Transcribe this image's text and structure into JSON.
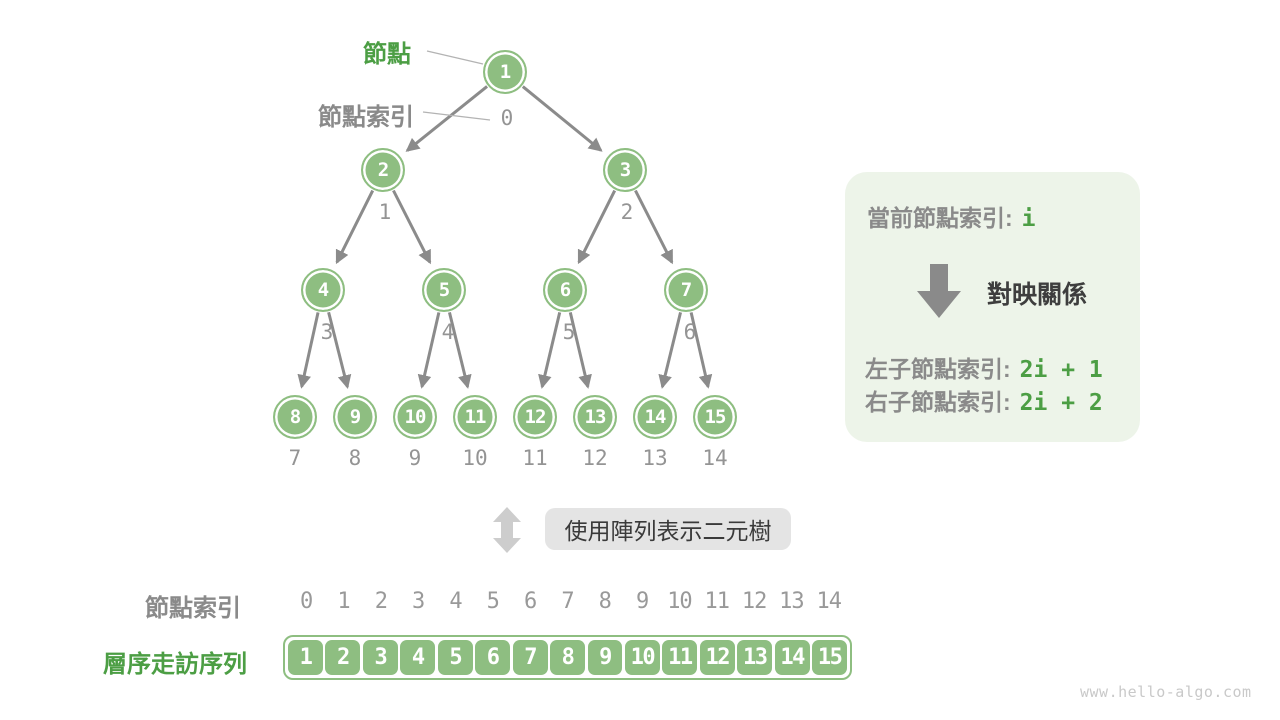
{
  "colors": {
    "node_green": "#8EBE81",
    "green_text": "#4C9E44",
    "gray_text": "#8A8A8A",
    "dark_text": "#3E3E3E",
    "panel_bg": "#EDF4E9",
    "box_bg": "#E4E4E4",
    "edge_gray": "#8B8B8B",
    "light_arrow": "#CDCDCD",
    "watermark_gray": "#C9C9C9"
  },
  "tree": {
    "node_callout": "節點",
    "index_callout": "節點索引",
    "nodes": [
      {
        "value": "1",
        "index": "0"
      },
      {
        "value": "2",
        "index": "1"
      },
      {
        "value": "3",
        "index": "2"
      },
      {
        "value": "4",
        "index": "3"
      },
      {
        "value": "5",
        "index": "4"
      },
      {
        "value": "6",
        "index": "5"
      },
      {
        "value": "7",
        "index": "6"
      },
      {
        "value": "8",
        "index": "7"
      },
      {
        "value": "9",
        "index": "8"
      },
      {
        "value": "10",
        "index": "9"
      },
      {
        "value": "11",
        "index": "10"
      },
      {
        "value": "12",
        "index": "11"
      },
      {
        "value": "13",
        "index": "12"
      },
      {
        "value": "14",
        "index": "13"
      },
      {
        "value": "15",
        "index": "14"
      }
    ]
  },
  "panel": {
    "current_label": "當前節點索引:",
    "current_code": "i",
    "mapping_label": "對映關係",
    "left_label": "左子節點索引:",
    "left_code": "2i + 1",
    "right_label": "右子節點索引:",
    "right_code": "2i + 2"
  },
  "bridge": {
    "label": "使用陣列表示二元樹"
  },
  "array_section": {
    "index_label": "節點索引",
    "sequence_label": "層序走訪序列",
    "indices": [
      "0",
      "1",
      "2",
      "3",
      "4",
      "5",
      "6",
      "7",
      "8",
      "9",
      "10",
      "11",
      "12",
      "13",
      "14"
    ],
    "values": [
      "1",
      "2",
      "3",
      "4",
      "5",
      "6",
      "7",
      "8",
      "9",
      "10",
      "11",
      "12",
      "13",
      "14",
      "15"
    ]
  },
  "watermark": "www.hello-algo.com"
}
